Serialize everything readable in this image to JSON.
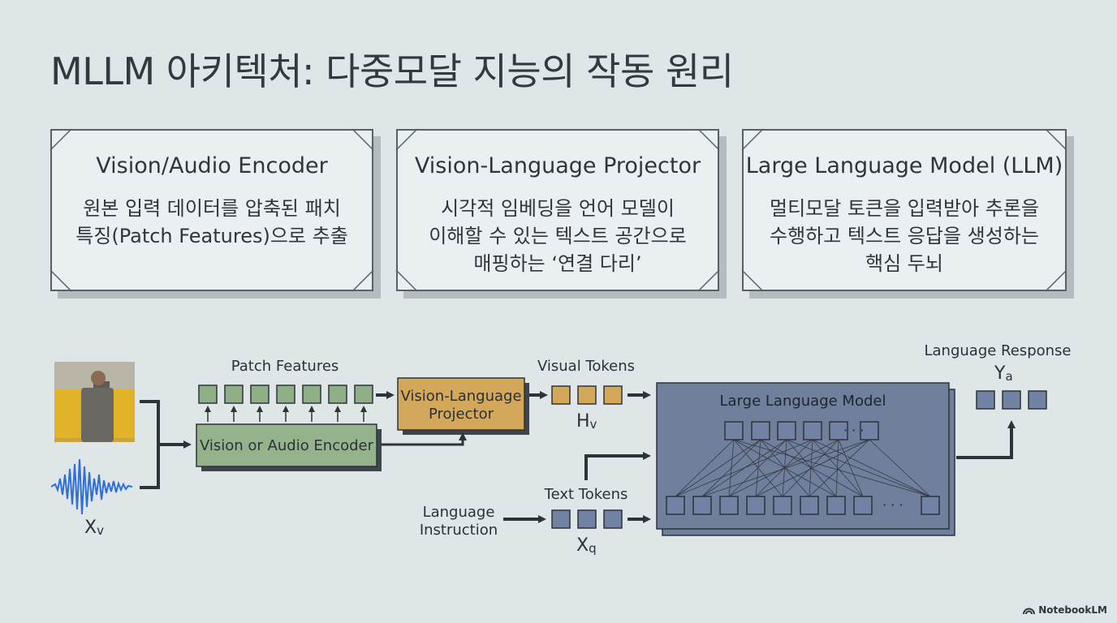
{
  "title": "MLLM 아키텍처: 다중모달 지능의 작동 원리",
  "cards": [
    {
      "title": "Vision/Audio Encoder",
      "lines": [
        "원본 입력 데이터를 압축된 패치",
        "특징(Patch Features)으로 추출"
      ]
    },
    {
      "title": "Vision-Language Projector",
      "lines": [
        "시각적 임베딩을 언어 모델이",
        "이해할 수 있는 텍스트 공간으로",
        "매핑하는 ‘연결 다리’"
      ]
    },
    {
      "title": "Large Language Model (LLM)",
      "lines": [
        "멀티모달 토큰을 입력받아 추론을",
        "수행하고 텍스트 응답을 생성하는",
        "핵심 두뇌"
      ]
    }
  ],
  "diagram": {
    "patch_features_label": "Patch Features",
    "encoder_label": "Vision or Audio Encoder",
    "projector_label_line1": "Vision-Language",
    "projector_label_line2": "Projector",
    "visual_tokens_label": "Visual Tokens",
    "hv_main": "H",
    "hv_sub": "v",
    "llm_label": "Large Language Model",
    "ellipsis": "· · ·",
    "language_response_label": "Language Response",
    "ya_main": "Y",
    "ya_sub": "a",
    "text_tokens_label": "Text Tokens",
    "xq_main": "X",
    "xq_sub": "q",
    "language_instruction_line1": "Language",
    "language_instruction_line2": "Instruction",
    "xv_main": "X",
    "xv_sub": "v"
  },
  "colors": {
    "encoder_fill": "#94b38c",
    "projector_fill": "#d4a85a",
    "llm_fill": "#6f7f9c",
    "token_blue": "#7182a4",
    "patch_green": "#8eaf86",
    "token_gold": "#d4a85a",
    "wave_blue": "#2f6fd6",
    "arrow": "#2e3338"
  },
  "watermark": "NotebookLM"
}
